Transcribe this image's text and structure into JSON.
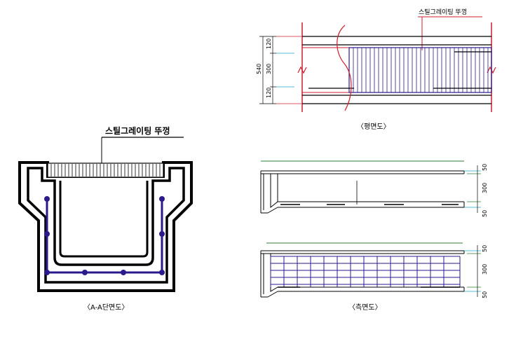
{
  "section_view": {
    "callout": "스틸그레이팅 뚜껑",
    "caption": "〈A-A단면도〉"
  },
  "plan_view": {
    "callout": "스틸그레이팅 뚜껑",
    "caption": "〈평면도〉",
    "dims": {
      "total": "540",
      "top": "120",
      "middle": "300",
      "bottom": "120"
    }
  },
  "side_view": {
    "caption": "〈측면도〉",
    "dims_upper": {
      "top": "50",
      "middle": "300",
      "bottom": "50"
    },
    "dims_lower": {
      "top": "50",
      "middle": "300",
      "bottom": "50"
    }
  },
  "colors": {
    "outline": "#000000",
    "rebar": "#2a1a8c",
    "red": "#cc1f2f",
    "green": "#2e7d32",
    "cyan": "#1aa7c8"
  }
}
